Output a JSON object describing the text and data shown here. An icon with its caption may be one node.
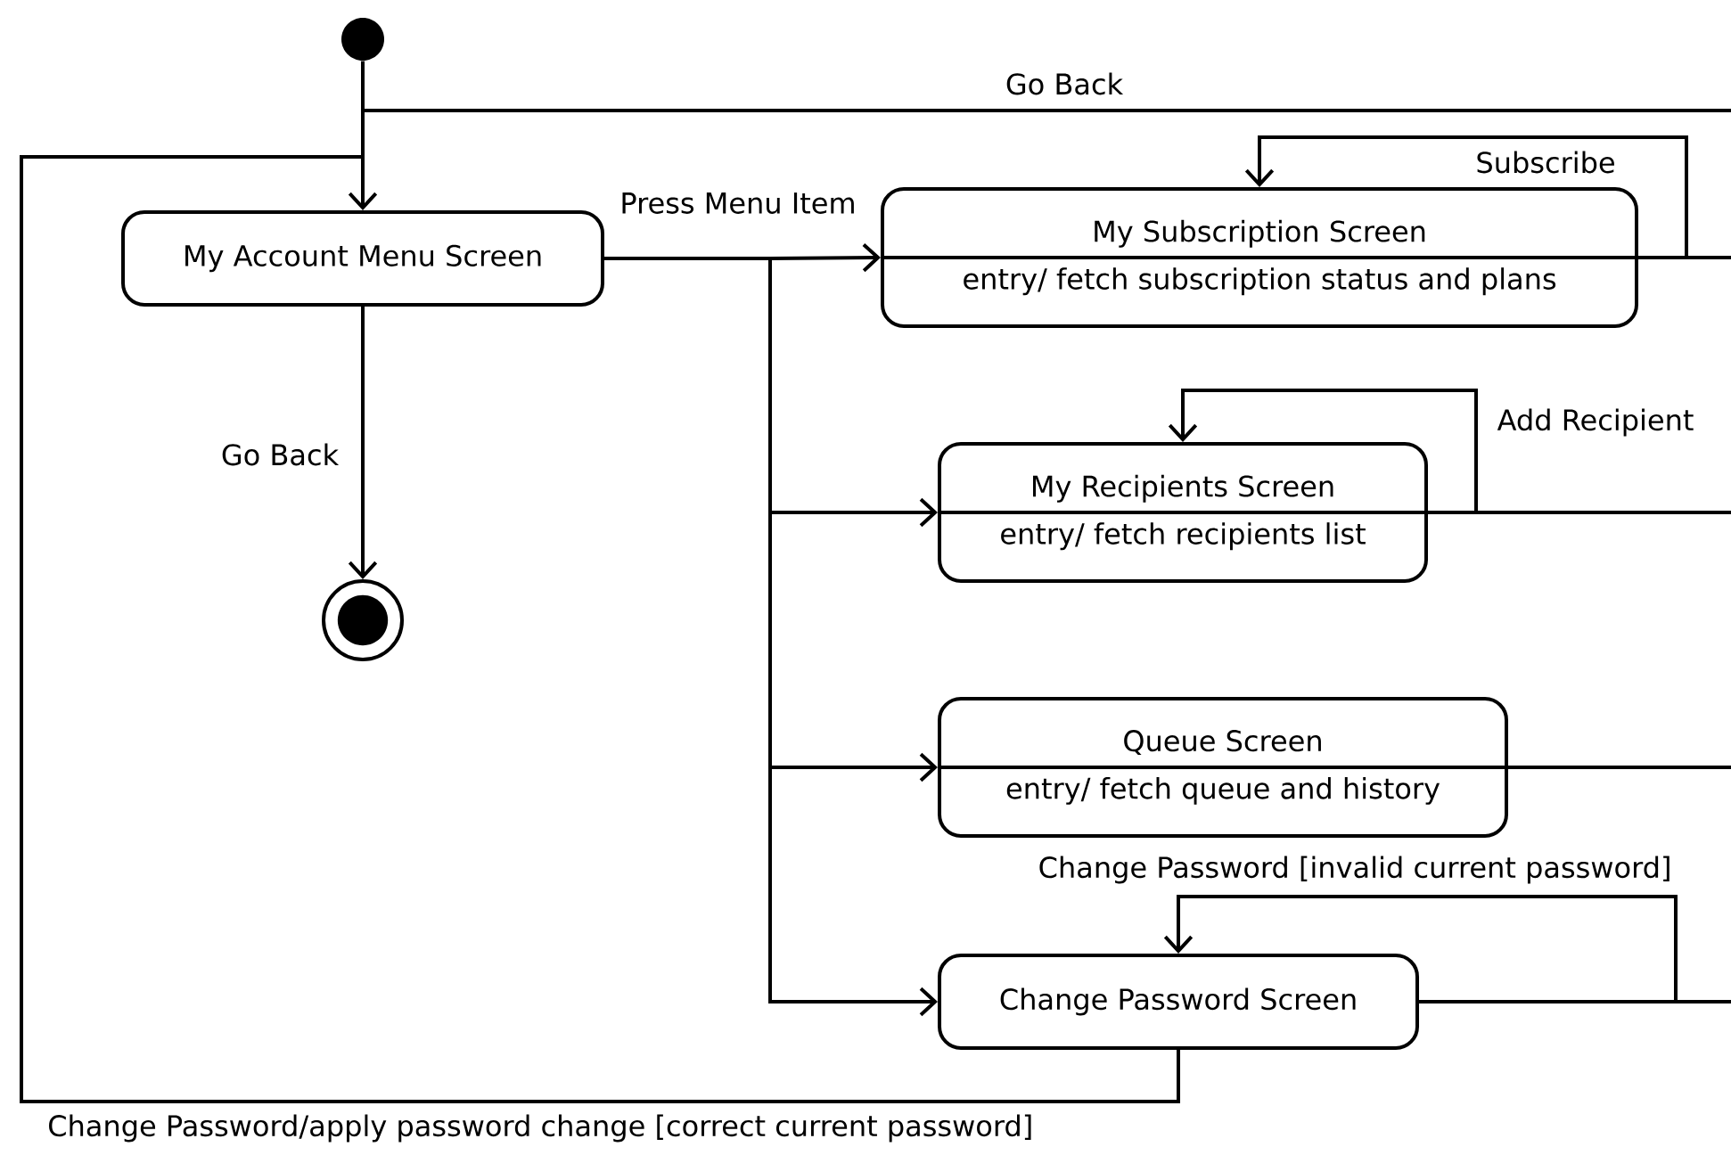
{
  "diagram": {
    "nodes": [
      {
        "text": [],
        "shape": "circle"
      },
      {
        "text": [
          "My Account Menu Screen"
        ]
      },
      {
        "text": [
          "My Subscription Screen",
          "entry/ fetch subscription status and plans"
        ]
      },
      {
        "text": [
          "My Recipients Screen",
          "entry/ fetch recipients list"
        ]
      },
      {
        "text": [
          "Queue Screen",
          "entry/ fetch queue and history"
        ]
      },
      {
        "text": [
          "Change Password Screen"
        ]
      },
      {
        "text": [],
        "shape": "bullseye"
      }
    ],
    "edges": [
      {
        "from": 0,
        "to": 1,
        "arrow": "to"
      },
      {
        "from": 1,
        "to": 2,
        "arrow": "to",
        "label": "Press Menu Item"
      },
      {
        "from": 1,
        "to": 3,
        "arrow": "to"
      },
      {
        "from": 1,
        "to": 4,
        "arrow": "to"
      },
      {
        "from": 1,
        "to": 5,
        "arrow": "to"
      },
      {
        "from": 1,
        "to": 6,
        "arrow": "to",
        "label": "Go Back"
      },
      {
        "from": 2,
        "to": 2,
        "arrow": "to",
        "label": "Subscribe"
      },
      {
        "from": 3,
        "to": 3,
        "arrow": "to",
        "label": "Add Recipient"
      },
      {
        "from": 5,
        "to": 5,
        "arrow": "to",
        "label": "Change Password [invalid current password]"
      },
      {
        "from": 2,
        "to": 1,
        "arrow": "to",
        "label": "Go Back"
      },
      {
        "from": 3,
        "to": 1,
        "arrow": "to"
      },
      {
        "from": 4,
        "to": 1,
        "arrow": "to"
      },
      {
        "from": 5,
        "to": 1,
        "arrow": "to"
      },
      {
        "from": 5,
        "to": 1,
        "arrow": "to",
        "label": "Change Password/apply password change [correct current password]"
      }
    ]
  }
}
